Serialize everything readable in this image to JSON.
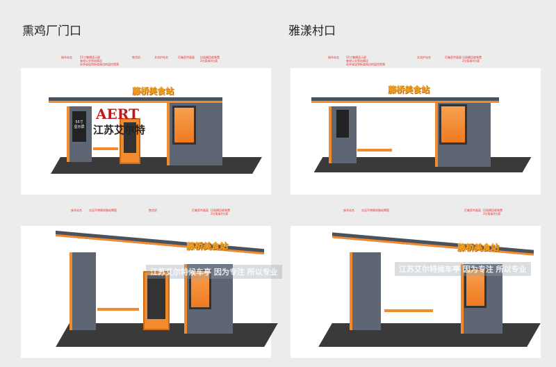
{
  "titles": [
    "熏鸡厂门口",
    "雅漾村口"
  ],
  "logo": "藤桥美食站",
  "screen_label": "55寸\n显示屏",
  "annotations": {
    "top_left": [
      "候车站名",
      "55寸触摸显示屏\n查询公交到站情况\n站亭或连到街道周边的监控视频",
      "售货机",
      "文化护站名",
      "灯箱宣传画面",
      "垃圾桶回收装置\n2分类或4分类"
    ],
    "top_right": [
      "候车站名",
      "55寸触摸显示屏\n查询公交到站情况\n站亭或连到街道周边的监控视频",
      "文化护站名",
      "灯箱宣传画面",
      "垃圾桶回收装置\n2分类或4分类"
    ],
    "bottom_left": [
      "候车站名",
      "交运不锈钢线路站牌管",
      "售货机",
      "灯箱宣传画面",
      "垃圾桶回收装置\n2分类或4分类"
    ],
    "bottom_right": [
      "候车站名",
      "交运不锈钢线路站牌管",
      "灯箱宣传画面",
      "垃圾桶回收装置\n2分类或4分类"
    ]
  },
  "watermark": {
    "brand": "AERT",
    "company": "江苏艾尔特",
    "banner": "江苏艾尔特候车亭  因为专注 所以专业"
  }
}
